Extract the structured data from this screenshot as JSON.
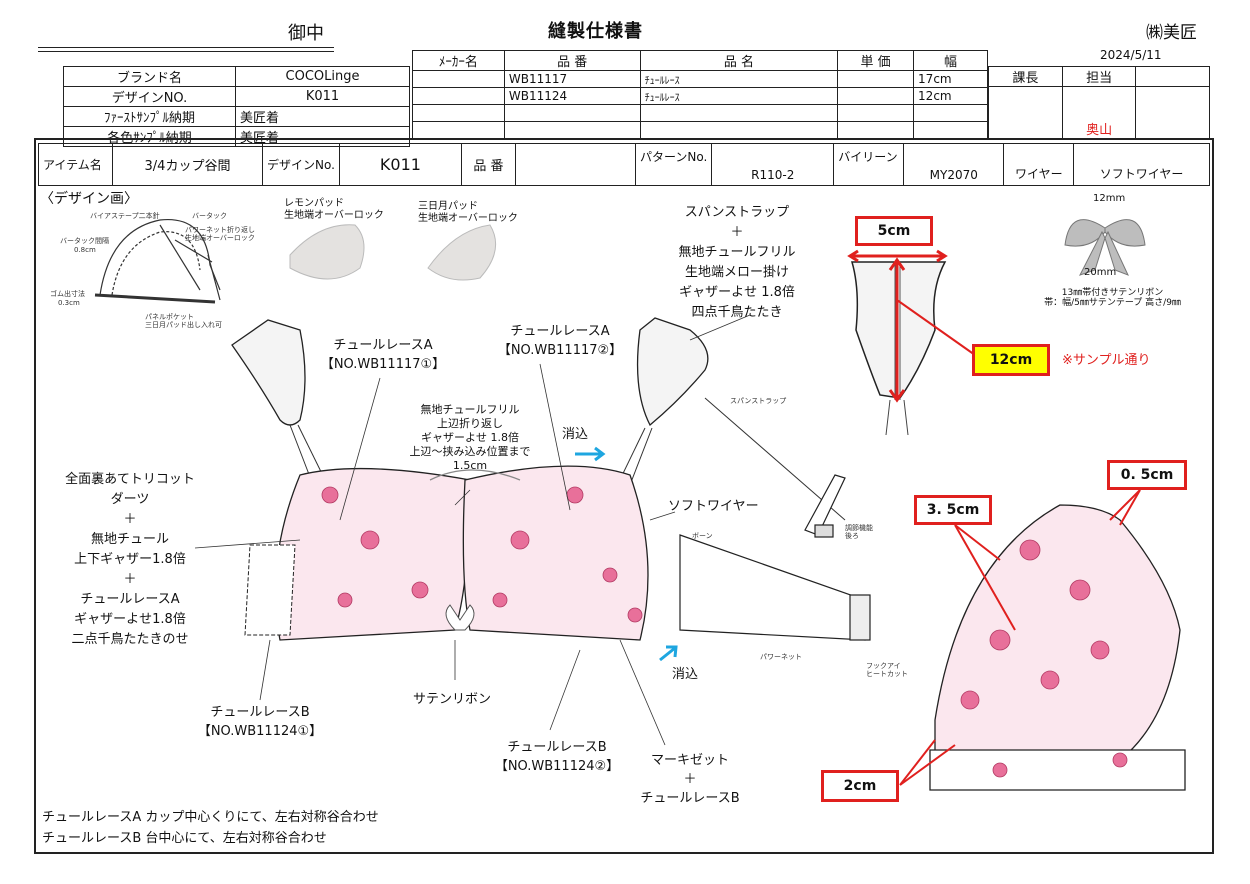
{
  "header": {
    "attention": "御中",
    "title": "縫製仕様書",
    "company": "㈱美匠",
    "date": "2024/5/11"
  },
  "brand_table": {
    "rows": [
      {
        "label": "ブランド名",
        "value": "COCOLinge"
      },
      {
        "label": "デザインNO.",
        "value": "K011"
      },
      {
        "label": "ﾌｧｰｽﾄｻﾝﾌﾟﾙ納期",
        "value": "美匠着"
      },
      {
        "label": "各色ｻﾝﾌﾟﾙ納期",
        "value": "美匠着"
      }
    ]
  },
  "material_table": {
    "headers": [
      "ﾒｰｶｰ名",
      "品 番",
      "品 名",
      "単 価",
      "幅"
    ],
    "rows": [
      [
        "",
        "WB11117",
        "ﾁｭｰﾙﾚｰｽ",
        "",
        "17cm"
      ],
      [
        "",
        "WB11124",
        "ﾁｭｰﾙﾚｰｽ",
        "",
        "12cm"
      ],
      [
        "",
        "",
        "",
        "",
        ""
      ],
      [
        "",
        "",
        "",
        "",
        ""
      ]
    ]
  },
  "approval_table": {
    "headers": [
      "課長",
      "担当",
      ""
    ],
    "stamps": [
      "",
      "奥山",
      ""
    ],
    "stamp_color": "#e0201e"
  },
  "spec_row": {
    "item_label": "アイテム名",
    "item_value": "3/4カップ谷間",
    "design_label": "デザインNo.",
    "design_value": "K011",
    "part_label": "品 番",
    "part_value": "",
    "pattern_label": "パターンNo.",
    "pattern_value": "R110-2",
    "bias_label": "バイリーン",
    "bias_value": "MY2070",
    "wire_label": "ワイヤー",
    "wire_value": "ソフトワイヤー"
  },
  "design": {
    "section_title": "〈デザイン画〉",
    "detail_notes": [
      "バイアステープ二本針",
      "バータック",
      "パワーネット折り返し",
      "生地端オーバーロック",
      "バータック間隔",
      "0.8cm",
      "ゴム出寸法",
      "0.3cm",
      "パネルポケット",
      "三日月パッド出し入れ可"
    ],
    "pad1": [
      "レモンパッド",
      "生地端オーバーロック"
    ],
    "pad2": [
      "三日月パッド",
      "生地端オーバーロック"
    ],
    "strap_note": [
      "スパンストラップ",
      "＋",
      "無地チュールフリル",
      "生地端メロー掛け",
      "ギャザーよせ  1.8倍",
      "四点千鳥たたき"
    ],
    "ribbon_dims": {
      "top": "12mm",
      "bottom": "20mm"
    },
    "ribbon_note": [
      "13㎜帯付きサテンリボン",
      "帯：幅/5㎜サテンテープ 高さ/9㎜"
    ],
    "frill_width": "5cm",
    "frill_length": "12cm",
    "sample_note": "※サンプル通り",
    "lace_a1": [
      "チュールレースA",
      "【NO.WB11117①】"
    ],
    "lace_a2": [
      "チュールレースA",
      "【NO.WB11117②】"
    ],
    "center_frill": [
      "無地チュールフリル",
      "上辺折り返し",
      "ギャザーよせ  1.8倍",
      "上辺～挟み込み位置まで",
      "1.5cm"
    ],
    "hide1": "消込",
    "hide2": "消込",
    "span_strap_small": "スパンストラップ",
    "soft_wire": "ソフトワイヤー",
    "bone": "ボーン",
    "adjuster": [
      "調節機能",
      "後ろ"
    ],
    "power_net": "パワーネット",
    "hook_eye": [
      "フックアイ",
      "ヒートカット"
    ],
    "left_note": [
      "全面裏あてトリコット",
      "ダーツ",
      "＋",
      "無地チュール",
      "上下ギャザー1.8倍",
      "＋",
      "チュールレースA",
      "ギャザーよせ1.8倍",
      "二点千鳥たたきのせ"
    ],
    "lace_b1": [
      "チュールレースB",
      "【NO.WB11124①】"
    ],
    "satin_ribbon": "サテンリボン",
    "lace_b2": [
      "チュールレースB",
      "【NO.WB11124②】"
    ],
    "marquisette": [
      "マーキゼット",
      "＋",
      "チュールレースB"
    ],
    "dim_35": "3. 5cm",
    "dim_05": "0. 5cm",
    "dim_2": "2cm",
    "footnotes": [
      "チュールレースA  カップ中心くりにて、左右対称谷合わせ",
      "チュールレースB  台中心にて、左右対称谷合わせ"
    ]
  },
  "colors": {
    "accent_red": "#e0201e",
    "highlight_yellow": "#ffff00",
    "arrow_blue": "#1ea6e0",
    "lace_pink": "#e8709a"
  }
}
